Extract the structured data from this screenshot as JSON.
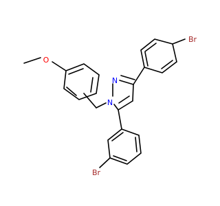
{
  "molecule": {
    "atoms": [
      {
        "id": "br_top",
        "label": "Br",
        "color": "#a52a2a"
      },
      {
        "id": "br_bottom",
        "label": "Br",
        "color": "#a52a2a"
      },
      {
        "id": "o_methoxy",
        "label": "O",
        "color": "#ff0000"
      },
      {
        "id": "n1",
        "label": "N",
        "color": "#0000ff"
      },
      {
        "id": "n2",
        "label": "N",
        "color": "#0000ff"
      }
    ],
    "bond_color": "#000000"
  }
}
